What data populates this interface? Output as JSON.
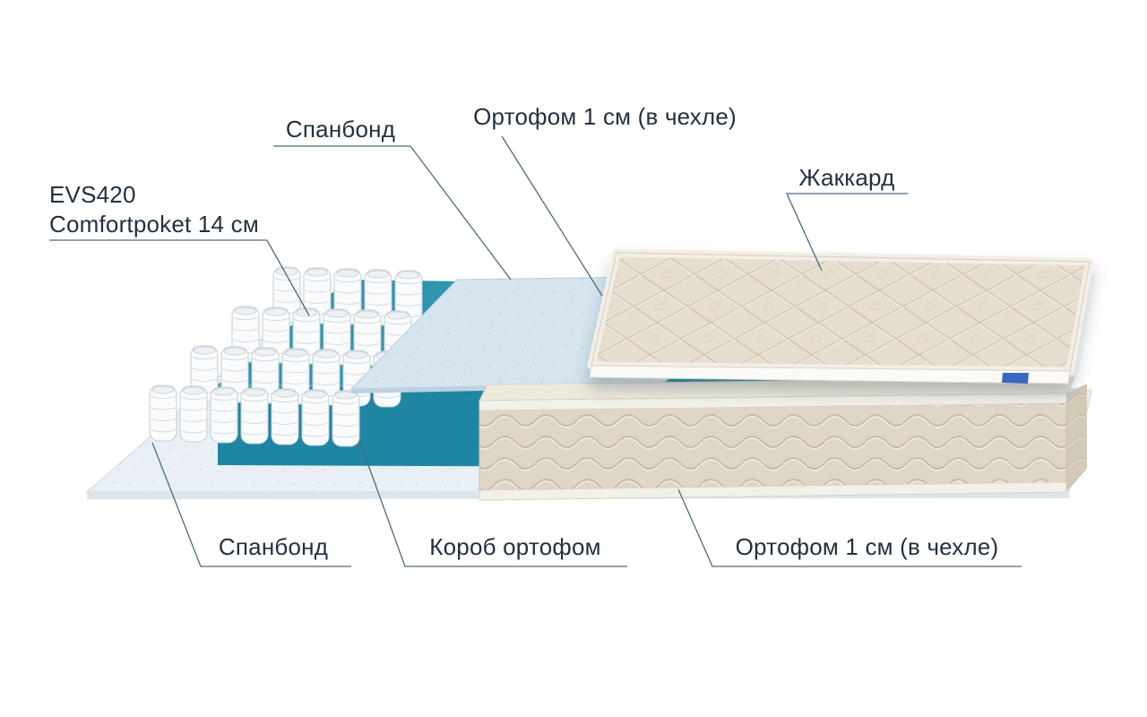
{
  "colors": {
    "background": "#ffffff",
    "label_text": "#22313f",
    "leader_line": "#4a6b7d",
    "teal_top": "#2d95ae",
    "teal_front": "#1e86a2",
    "base_sheet": "#e9eff4",
    "base_sheet_edge": "#dbe5ec",
    "spunbond_sheet": "#d5e4ef",
    "spunbond_sheet_edge": "#bcd2e0",
    "quilt_beige": "#ded6c6",
    "quilt_side": "#d2c9b7",
    "quilt_border": "#f3f0e9",
    "jacquard_beige": "#e6dfcf",
    "spring_body": "#fafbfc",
    "spring_outline": "#c3ccd3",
    "brand_tag": "#3a66c4"
  },
  "labels": {
    "spunbond_top": "Спанбонд",
    "orthofoam_top": "Ортофом 1 см (в чехле)",
    "jacquard": "Жаккард",
    "spring_block_line1": "EVS420",
    "spring_block_line2": "Comfortpoket 14 см",
    "spunbond_bottom": "Спанбонд",
    "foam_box": "Короб ортофом",
    "orthofoam_bottom": "Ортофом 1 см (в чехле)"
  }
}
